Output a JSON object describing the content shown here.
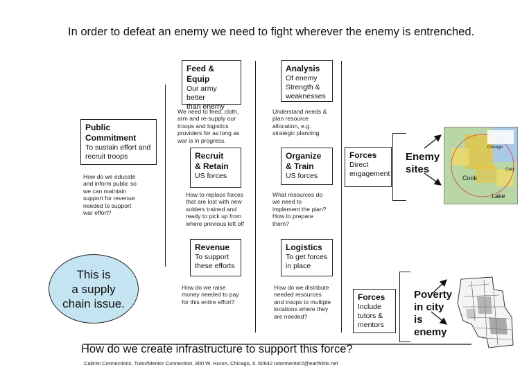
{
  "headline": "In  order to defeat an enemy we need to fight wherever the enemy is entrenched.",
  "boxes": {
    "public_commitment": {
      "title_1": "Public",
      "title_2": "Commitment",
      "sub_1": "To sustain effort and",
      "sub_2": "recruit troops"
    },
    "feed_equip": {
      "title_1": "Feed &",
      "title_2": "Equip",
      "sub_1": "Our army better",
      "sub_2": "than enemy"
    },
    "recruit_retain": {
      "title_1": "Recruit",
      "title_2": "& Retain",
      "sub_1": "US forces"
    },
    "revenue": {
      "title_1": "Revenue",
      "sub_1": "To support",
      "sub_2": "these efforts"
    },
    "analysis": {
      "title_1": "Analysis",
      "sub_1": "Of enemy",
      "sub_2": "Strength &",
      "sub_3": "weaknesses"
    },
    "organize_train": {
      "title_1": "Organize",
      "title_2": "& Train",
      "sub_1": "US forces"
    },
    "logistics": {
      "title_1": "Logistics",
      "sub_1": "To get forces",
      "sub_2": "in place"
    },
    "forces_direct": {
      "title_1": "Forces",
      "sub_1": "Direct",
      "sub_2": "engagement"
    },
    "forces_include": {
      "title_1": "Forces",
      "sub_1": "Include",
      "sub_2": "tutors &",
      "sub_3": "mentors"
    }
  },
  "notes": {
    "public": [
      "How do we educate",
      "and inform public so",
      "we can maintain",
      "support for revenue",
      "needed to support",
      "war effort?"
    ],
    "feed": [
      "We need to feed, cloth,",
      "arm and re-supply our",
      "troops and logistics",
      "providers for as long as",
      "war is in progress."
    ],
    "recruit": [
      "How to replace forces",
      "that are lost with new",
      "solders trained and",
      "ready to pick up from",
      "where previous left off"
    ],
    "revenue": [
      "How do we raise",
      "money needed to pay",
      "for this entire effort?"
    ],
    "analysis": [
      "Understand needs &",
      "plan resource",
      "allocation, e.g.",
      "strategic planning"
    ],
    "organize": [
      "What resources do",
      "we need to",
      "implement the plan?",
      "How to prepare",
      "them?"
    ],
    "logistics": [
      "How do we distribute",
      "needed resources",
      "and troops to multiple",
      "locations where they",
      "are needed?"
    ]
  },
  "circle": {
    "line_1": "This is",
    "line_2": "a supply",
    "line_3": "chain issue."
  },
  "enemy_sites": {
    "line_1": "Enemy",
    "line_2": "sites"
  },
  "poverty": {
    "line_1": "Poverty",
    "line_2": "in city",
    "line_3": "is",
    "line_4": "enemy"
  },
  "map_labels": {
    "chicago": "Chicago",
    "gary": "Gary",
    "cook": "Cook",
    "lake": "Lake"
  },
  "bottom_question": "How do we create infrastructure to support this force?",
  "footer": "Cabrini Connections, Tutor/Mentor Connection, 800 W. Huron, Chicago, Il. 60642  tutormentor2@earthlink.net",
  "colors": {
    "circle_fill": "#c5e4f2",
    "map_yellow": "#e8c23a",
    "map_green": "#b9d7a6",
    "map_water": "#a9c9e6"
  }
}
